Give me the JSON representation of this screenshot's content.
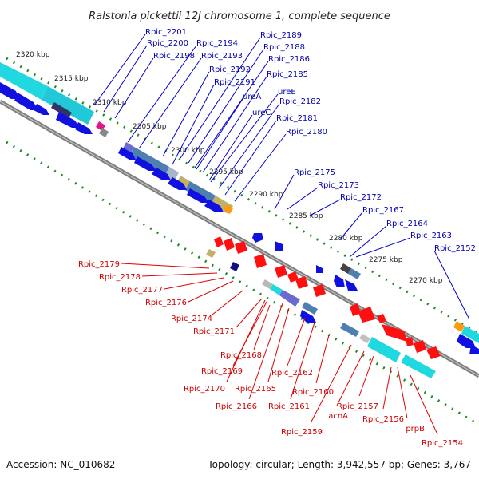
{
  "title": "Ralstonia pickettii 12J chromosome 1, complete sequence",
  "footer": {
    "accession": "Accession: NC_010682",
    "summary": "Topology: circular; Length: 3,942,557 bp; Genes: 3,767"
  },
  "colors": {
    "backbone": "#8a8a8a",
    "forward_arrows": "#1010e0",
    "reverse_arrows": "#ff1010",
    "top_label": "#0000aa",
    "bottom_label": "#cc0000",
    "ruler_dots": "#1e8c1e"
  },
  "scale_labels": [
    "2320 kbp",
    "2315 kbp",
    "2310 kbp",
    "2305 kbp",
    "2300 kbp",
    "2295 kbp",
    "2290 kbp",
    "2285 kbp",
    "2280 kbp",
    "2275 kbp",
    "2270 kbp"
  ],
  "top_genes": [
    "Rpic_2201",
    "Rpic_2200",
    "Rpic_2198",
    "Rpic_2194",
    "Rpic_2193",
    "Rpic_2192",
    "Rpic_2191",
    "ureA",
    "Rpic_2189",
    "Rpic_2188",
    "Rpic_2186",
    "Rpic_2185",
    "ureE",
    "Rpic_2182",
    "ureC",
    "Rpic_2181",
    "Rpic_2180",
    "Rpic_2175",
    "Rpic_2173",
    "Rpic_2172",
    "Rpic_2167",
    "Rpic_2164",
    "Rpic_2163",
    "Rpic_2152"
  ],
  "bottom_genes": [
    "Rpic_2179",
    "Rpic_2178",
    "Rpic_2177",
    "Rpic_2176",
    "Rpic_2174",
    "Rpic_2171",
    "Rpic_2168",
    "Rpic_2169",
    "Rpic_2170",
    "Rpic_2166",
    "Rpic_2165",
    "Rpic_2162",
    "Rpic_2161",
    "Rpic_2160",
    "Rpic_2159",
    "acnA",
    "Rpic_2157",
    "Rpic_2156",
    "prpB",
    "Rpic_2154"
  ]
}
